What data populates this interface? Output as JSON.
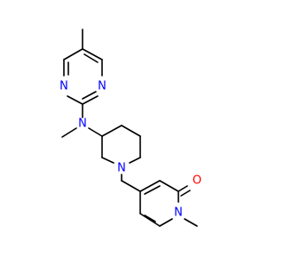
{
  "molecule": {
    "atoms": {
      "n_pyrimidine_left": "N",
      "n_pyrimidine_right": "N",
      "n_amine": "N",
      "n_piperidine": "N",
      "o_carbonyl": "O",
      "n_pyridone": "N"
    },
    "colors": {
      "bond": "#000000",
      "nitrogen": "#0000ff",
      "oxygen": "#ff0000",
      "background": "#ffffff"
    }
  }
}
